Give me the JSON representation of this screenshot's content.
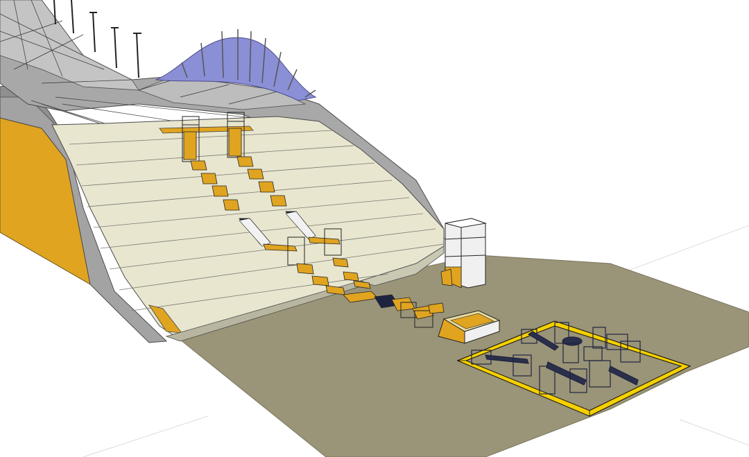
{
  "scene": {
    "kind": "3d-model-viewport",
    "colors": {
      "background": "#ffffff",
      "ground": "#9a9478",
      "slope": "#e8e6cf",
      "slope_shadow": "#c9c8b3",
      "structure_grey": "#a3a3a3",
      "structure_dark": "#7d7d7d",
      "accent_yellow": "#e0a420",
      "bright_yellow": "#f5d000",
      "membrane_blue": "#8b8fd6",
      "navy": "#1e2340"
    },
    "elements": [
      "ski-jump-structure",
      "membrane-roof",
      "light-masts",
      "training-slope",
      "stair-step-obstacles",
      "tower-frame",
      "foam-pit",
      "obstacle-course-area"
    ]
  }
}
